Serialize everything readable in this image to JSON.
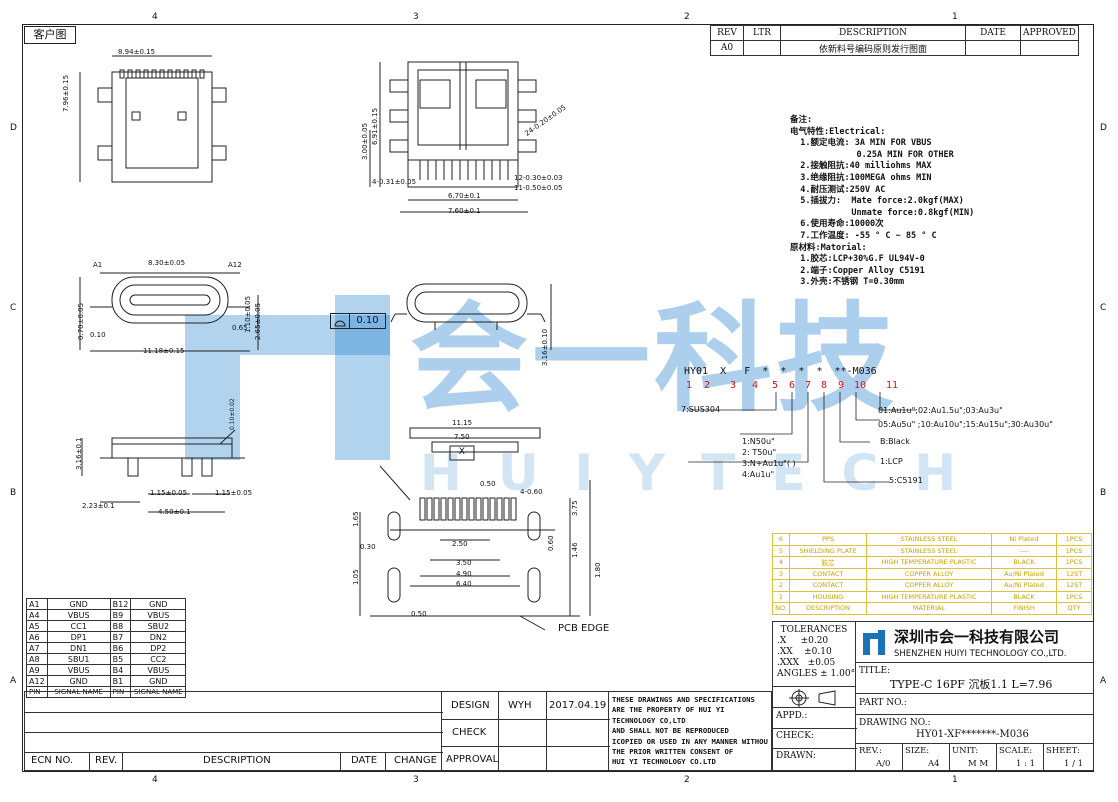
{
  "frame": {
    "zone_top": [
      "4",
      "3",
      "2",
      "1"
    ],
    "zone_bottom": [
      "4",
      "3",
      "2",
      "1"
    ],
    "zone_left": [
      "D",
      "C",
      "B",
      "A"
    ],
    "customer_drawing_label": "客户图"
  },
  "revision_block": {
    "headers": [
      "REV",
      "LTR",
      "DESCRIPTION",
      "DATE",
      "APPROVED"
    ],
    "rows": [
      [
        "A0",
        "",
        "依新料号编码原则发行图面",
        "",
        ""
      ]
    ]
  },
  "top_view_dims": {
    "width": "8.94±0.15",
    "height": "7.96±0.15"
  },
  "front_view_dims": {
    "d1": "6.91±0.15",
    "d2": "3.00±0.05",
    "d3": "4-0.31±0.05",
    "d4": "6.70±0.1",
    "d5": "7.60±0.1",
    "d6": "12-0.30±0.03",
    "d7": "11-0.50±0.05",
    "d8": "24-0.20±0.05"
  },
  "end_view_dims": {
    "pin_a1": "A1",
    "pin_a12": "A12",
    "width_top": "8.30±0.05",
    "r": "0.65",
    "h1": "0.70±0.05",
    "h2": "1.10±0.05",
    "h3": "2.65±0.05",
    "w_bottom": "11.18±0.15",
    "g1": "0.10"
  },
  "side_view_dims": {
    "h": "3.16±0.1",
    "h2": "0.10±0.02",
    "a": "2.23±0.1",
    "b": "1.15±0.05",
    "c": "1.15±0.05",
    "d": "4.50±0.1"
  },
  "flatness": {
    "value": "0.10"
  },
  "right_side_dims": {
    "h": "3.16±0.10"
  },
  "pcb_dims": {
    "w1": "11.15",
    "w2": "7.50",
    "datum": "-X-",
    "d1": "0.50",
    "d2": "4-0.60",
    "v1": "2.50",
    "v2": "3.50",
    "v3": "4.90",
    "v4": "6.40",
    "v5": "0.50",
    "h1": "1.65",
    "h2": "0.30",
    "h3": "1.05",
    "h4": "3.75",
    "h5": "1.46",
    "h6": "0.60",
    "r1": "1.80",
    "pcb_edge": "PCB EDGE"
  },
  "notes": {
    "title": "备注:",
    "lines": [
      "电气特性:Electrical:",
      "  1.额定电流: 3A MIN FOR VBUS",
      "             0.25A MIN FOR OTHER",
      "  2.接触阻抗:40 milliohms MAX",
      "  3.绝缘阻抗:100MEGA ohms MIN",
      "  4.耐压测试:250V AC",
      "  5.插拔力:  Mate force:2.0kgf(MAX)",
      "            Unmate force:0.8kgf(MIN)",
      "  6.使用寿命:10000次",
      "  7.工作温度: -55 ° C ~ 85 ° C",
      "原材料:Matorial:",
      "  1.胶芯:LCP+30%G.F UL94V-0",
      "  2.端子:Copper Alloy C5191",
      "  3.外壳:不锈钢 T=0.30mm"
    ]
  },
  "part_code": {
    "code": "HY01  X   F  *  *  *  *  **-M036",
    "indices": [
      "1",
      "2",
      "3",
      "4",
      "5",
      "6",
      "7",
      "8",
      "9",
      "10",
      "11"
    ],
    "options": [
      "01:Au1u\";02:Au1.5u\";03:Au3u\"",
      "05:Au5u\" ;10:Au10u\";15:Au15u\";30:Au30u\"",
      "B:Black",
      "1:LCP",
      "5:C5191",
      "7:SUS304",
      "1:N50u\"",
      "2: T50u\"",
      "3:N+Au1u\"( )",
      "4:Au1u\""
    ]
  },
  "watermark": {
    "cn": "会一科技",
    "en": "HUIYTECH"
  },
  "materials_table": {
    "rows": [
      [
        "6",
        "PPS",
        "STAINLESS STEEL",
        "Ni Plated",
        "1PCS"
      ],
      [
        "5",
        "SHIELDING PLATE",
        "STAINLESS STEEL",
        "----",
        "1PCS"
      ],
      [
        "4",
        "胶芯",
        "HIGH TEMPERATURE PLASTIC",
        "BLACK",
        "1PCS"
      ],
      [
        "3",
        "CONTACT",
        "COPPER ALLOY",
        "Au/Ni Plated",
        "12ST"
      ],
      [
        "2",
        "CONTACT",
        "COPPER ALLOY",
        "Au/Ni Plated",
        "12ST"
      ],
      [
        "1",
        "HOUSING",
        "HIGH TEMPERATURE PLASTIC",
        "BLACK",
        "1PCS"
      ],
      [
        "NO.",
        "DESCRIPTION",
        "MATERIAL",
        "FINISH",
        "QTY"
      ]
    ]
  },
  "pin_table": {
    "rows": [
      [
        "A1",
        "GND",
        "B12",
        "GND"
      ],
      [
        "A4",
        "VBUS",
        "B9",
        "VBUS"
      ],
      [
        "A5",
        "CC1",
        "B8",
        "SBU2"
      ],
      [
        "A6",
        "DP1",
        "B7",
        "DN2"
      ],
      [
        "A7",
        "DN1",
        "B6",
        "DP2"
      ],
      [
        "A8",
        "SBU1",
        "B5",
        "CC2"
      ],
      [
        "A9",
        "VBUS",
        "B4",
        "VBUS"
      ],
      [
        "A12",
        "GND",
        "B1",
        "GND"
      ]
    ],
    "header": [
      "PIN",
      "SIGNAL NAME",
      "PIN",
      "SIGNAL NAME"
    ]
  },
  "tolerances": {
    "title": "TOLERANCES",
    "rows": [
      ".X     ±0.20",
      ".XX    ±0.10",
      ".XXX   ±0.05",
      "ANGLES ± 1.00°"
    ]
  },
  "company": {
    "name_cn": "深圳市会一科技有限公司",
    "name_en": "SHENZHEN HUIYI TECHNOLOGY CO.,LTD."
  },
  "title_block": {
    "title_label": "TITLE:",
    "title": "TYPE-C 16PF 沉板1.1 L=7.96",
    "part_no_label": "PART NO.:",
    "drawing_no_label": "DRAWING NO.:",
    "drawing_no": "HY01-XF*******-M036",
    "appd": "APPD.:",
    "check": "CHECK:",
    "drawn": "DRAWN:",
    "rev_label": "REV.:",
    "rev": "A/0",
    "size_label": "SIZE:",
    "size": "A4",
    "unit_label": "UNIT:",
    "unit": "M M",
    "scale_label": "SCALE:",
    "scale": "1 : 1",
    "sheet_label": "SHEET:",
    "sheet": "1 / 1"
  },
  "approval_block": {
    "design": "DESIGN",
    "design_by": "WYH",
    "design_date": "2017.04.19",
    "check": "CHECK",
    "approval": "APPROVAL"
  },
  "ecn_block": {
    "headers": [
      "ECN NO.",
      "REV.",
      "DESCRIPTION",
      "DATE",
      "CHANGE"
    ]
  },
  "disclaimer": [
    "THESE DRAWINGS AND SPECIFICATIONS",
    "ARE THE PROPERTY OF HUI YI",
    "TECHNOLOGY  CO,LTD",
    "AND SHALL NOT BE REPRODUCED",
    "ICOPIED OR USED IN ANY MANNER WITHOU",
    "THE PRIOR WRITTEN CONSENT OF",
    "HUI YI  TECHNOLOGY CO.LTD"
  ]
}
